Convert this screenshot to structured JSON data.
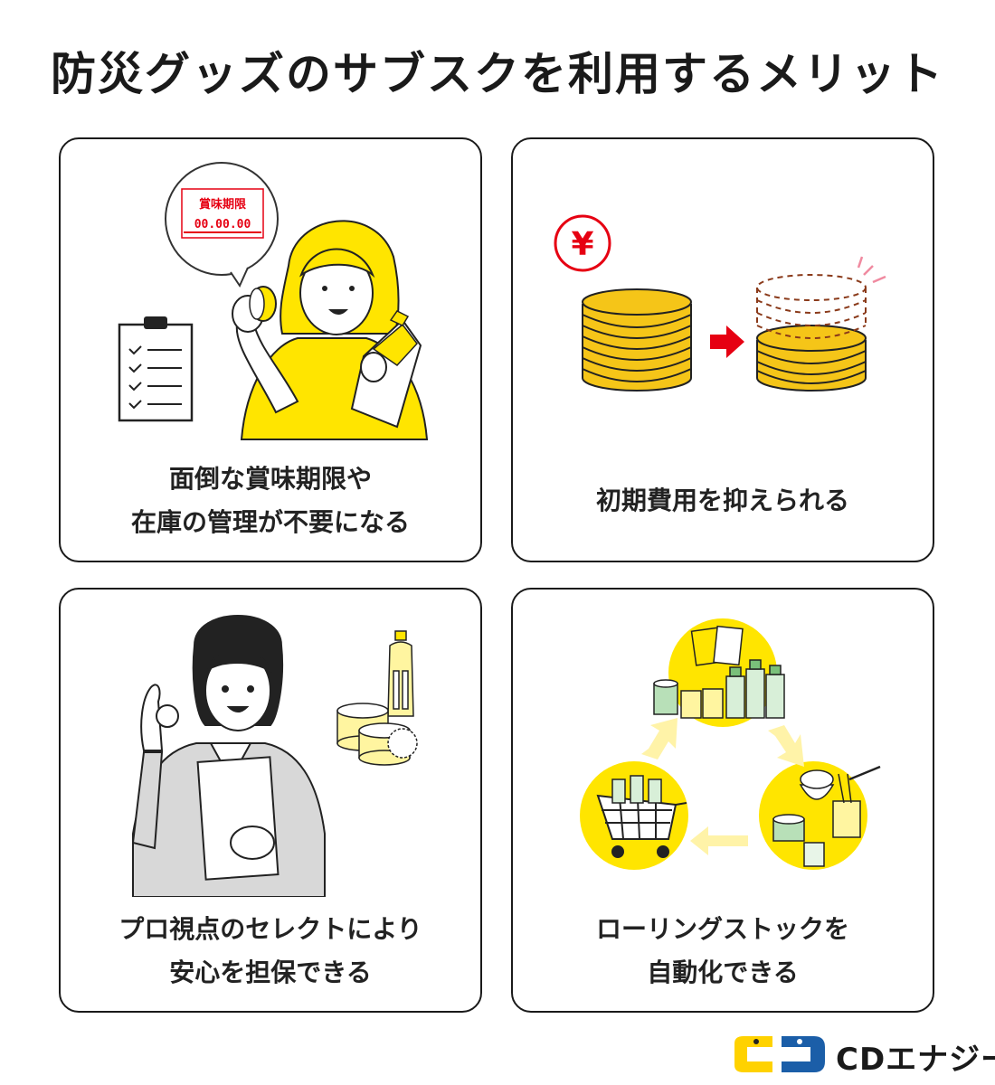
{
  "title": "防災グッズのサブスクを利用するメリット",
  "cards": [
    {
      "caption_line1": "面倒な賞味期限や",
      "caption_line2": "在庫の管理が不要になる",
      "label_top": "賞味期限",
      "label_date": "00.00.00"
    },
    {
      "caption_line1": "初期費用を抑えられる",
      "yen_symbol": "¥"
    },
    {
      "caption_line1": "プロ視点のセレクトにより",
      "caption_line2": "安心を担保できる"
    },
    {
      "caption_line1": "ローリングストックを",
      "caption_line2": "自動化できる"
    }
  ],
  "logo": {
    "text": "CDエナジー"
  },
  "colors": {
    "accent_yellow": "#ffe500",
    "coin_gold": "#f5c518",
    "red": "#e60012",
    "text": "#1a1a1a"
  }
}
